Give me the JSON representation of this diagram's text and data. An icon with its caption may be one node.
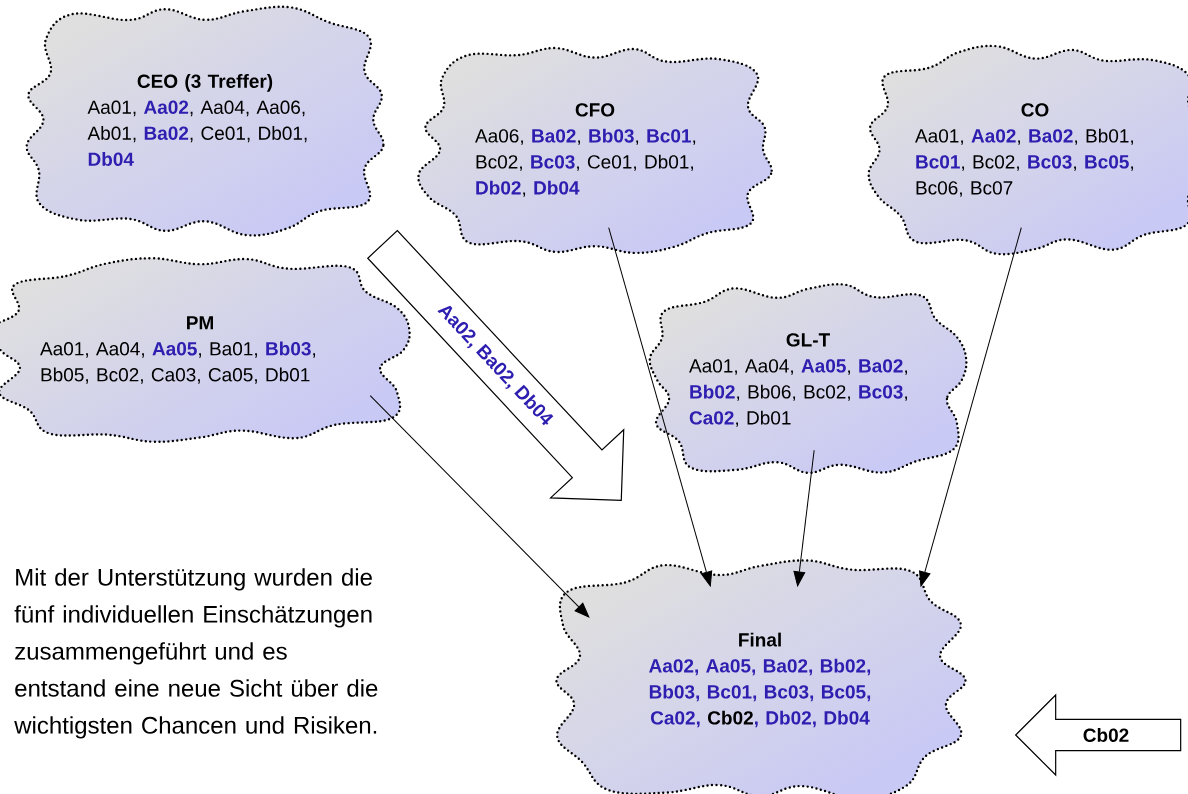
{
  "diagram": {
    "nodes": [
      {
        "text": [
          "CEO (3 Treffer)",
          "Aa01, **Aa02**, Aa04, Aa06, Ab01, **Ba02**, Ce01, Db01, **Db04**"
        ]
      },
      {
        "text": [
          "CFO",
          "Aa06, **Ba02**, **Bb03**, **Bc01**, Bc02, **Bc03**, Ce01, Db01, **Db02**, **Db04**"
        ]
      },
      {
        "text": [
          "CO",
          "Aa01, **Aa02**, **Ba02**, Bb01, **Bc01**, Bc02, **Bc03**, **Bc05**, Bc06, Bc07"
        ]
      },
      {
        "text": [
          "PM",
          "Aa01, Aa04, **Aa05**, Ba01, **Bb03**, Bb05, Bc02, Ca03, Ca05, Db01"
        ]
      },
      {
        "text": [
          "GL-T",
          "Aa01, Aa04, **Aa05**, **Ba02**, **Bb02**, Bb06, Bc02, **Bc03**, **Ca02**, Db01"
        ]
      },
      {
        "text": [
          "Final",
          "**Aa02, Aa05, Ba02, Bb02, Bb03, Bc01, Bc03, Bc05, Ca02,** Cb02**, Db02, Db04**"
        ]
      },
      {
        "text": [
          "Aa02, Ba02, Db04"
        ]
      },
      {
        "text": [
          "Cb02"
        ]
      }
    ],
    "edges": [
      {
        "from": 3,
        "to": 5,
        "arrow": "to"
      },
      {
        "from": 1,
        "to": 5,
        "arrow": "to"
      },
      {
        "from": 4,
        "to": 5,
        "arrow": "to"
      },
      {
        "from": 2,
        "to": 5,
        "arrow": "to"
      }
    ],
    "labels": [
      "Mit der Unterstützung wurden die fünf individuellen Einschätzungen zusammengeführt und es entstand eine neue Sicht über die wichtigsten Chancen und Risiken."
    ]
  }
}
